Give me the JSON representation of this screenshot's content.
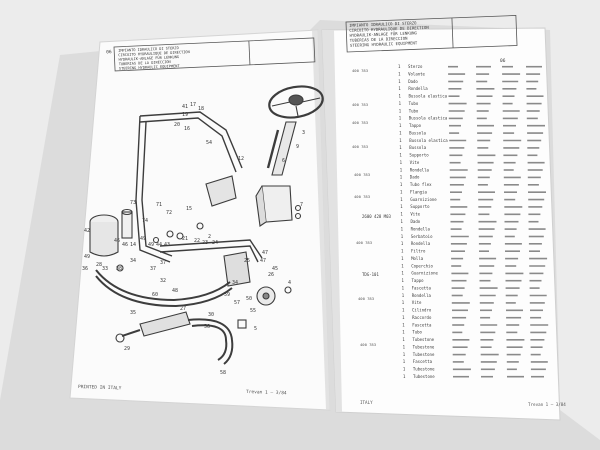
{
  "left_page": {
    "page_number": "06",
    "header_lines": [
      "IMPIANTO IDRAULICO DI STERZO",
      "CIRCUITO HYDRAULIQUE DE DIRECTION",
      "HYDRAULIK-ANLAGE FÜR LENKUNG",
      "TUBERIAS DE LA DIRECCION",
      "STEERING HYDRAULIC EQUIPMENT"
    ],
    "callouts": [
      "41",
      "17",
      "18",
      "19",
      "20",
      "54",
      "16",
      "3",
      "6",
      "9",
      "12",
      "71",
      "72",
      "73",
      "74",
      "15",
      "49",
      "14",
      "49",
      "46",
      "46",
      "44",
      "43",
      "42",
      "49",
      "36",
      "33",
      "34",
      "37",
      "38",
      "37",
      "35",
      "29",
      "32",
      "48",
      "27",
      "30",
      "34",
      "59",
      "57",
      "50",
      "55",
      "26",
      "4",
      "5",
      "2",
      "21",
      "22",
      "23",
      "24",
      "25",
      "47",
      "45",
      "47",
      "60",
      "28",
      "58",
      "56",
      "7"
    ],
    "footer_left": "PRINTED IN ITALY",
    "footer_right": "Trevan 1 – 3/84"
  },
  "right_page": {
    "header_lines": [
      "IMPIANTO IDRAULICO DI STERZO",
      "CIRCUITO HYDRAULIQUE DE DIRECTION",
      "HYDRAULIK-ANLAGE FÜR LENKUNG",
      "TUBERIAS DE LA DIRECCION",
      "STEERING HYDRAULIC EQUIPMENT"
    ],
    "page_tag": "06",
    "ref_codes": [
      "400 783",
      "400 783",
      "400 783",
      "400 783",
      "400 783",
      "400 783",
      "400 783",
      "400 783",
      "400 783"
    ],
    "ref_labels": [
      "2600 428 M03",
      "TDG-101"
    ],
    "parts": [
      {
        "qty": "1",
        "name": "Sterzo"
      },
      {
        "qty": "1",
        "name": "Volante"
      },
      {
        "qty": "1",
        "name": "Dado"
      },
      {
        "qty": "1",
        "name": "Rondella"
      },
      {
        "qty": "1",
        "name": "Bussola elastica"
      },
      {
        "qty": "1",
        "name": "Tubo"
      },
      {
        "qty": "1",
        "name": "Tubo"
      },
      {
        "qty": "1",
        "name": "Bussola elastica"
      },
      {
        "qty": "1",
        "name": "Tappo"
      },
      {
        "qty": "1",
        "name": "Bussola"
      },
      {
        "qty": "1",
        "name": "Bussola elastica"
      },
      {
        "qty": "1",
        "name": "Bussola"
      },
      {
        "qty": "1",
        "name": "Supporto"
      },
      {
        "qty": "1",
        "name": "Vite"
      },
      {
        "qty": "1",
        "name": "Rondella"
      },
      {
        "qty": "1",
        "name": "Dado"
      },
      {
        "qty": "1",
        "name": "Tubo flex"
      },
      {
        "qty": "1",
        "name": "Flangia"
      },
      {
        "qty": "1",
        "name": "Guarnizione"
      },
      {
        "qty": "1",
        "name": "Supporto"
      },
      {
        "qty": "1",
        "name": "Vite"
      },
      {
        "qty": "1",
        "name": "Dado"
      },
      {
        "qty": "1",
        "name": "Rondella"
      },
      {
        "qty": "1",
        "name": "Serbatoio"
      },
      {
        "qty": "1",
        "name": "Rondella"
      },
      {
        "qty": "1",
        "name": "Filtro"
      },
      {
        "qty": "1",
        "name": "Molla"
      },
      {
        "qty": "1",
        "name": "Coperchio"
      },
      {
        "qty": "1",
        "name": "Guarnizione"
      },
      {
        "qty": "1",
        "name": "Tappo"
      },
      {
        "qty": "1",
        "name": "Fascetta"
      },
      {
        "qty": "1",
        "name": "Rondella"
      },
      {
        "qty": "1",
        "name": "Vite"
      },
      {
        "qty": "1",
        "name": "Cilindro"
      },
      {
        "qty": "1",
        "name": "Raccordo"
      },
      {
        "qty": "1",
        "name": "Fascetta"
      },
      {
        "qty": "1",
        "name": "Tubo"
      },
      {
        "qty": "1",
        "name": "Tubestone"
      },
      {
        "qty": "1",
        "name": "Tubestone"
      },
      {
        "qty": "1",
        "name": "Tubestone"
      },
      {
        "qty": "1",
        "name": "Fascetta"
      },
      {
        "qty": "1",
        "name": "Tubestone"
      },
      {
        "qty": "1",
        "name": "Tubestone"
      }
    ],
    "footer_left": "ITALY",
    "footer_right": "Trevan 1 – 3/84"
  }
}
